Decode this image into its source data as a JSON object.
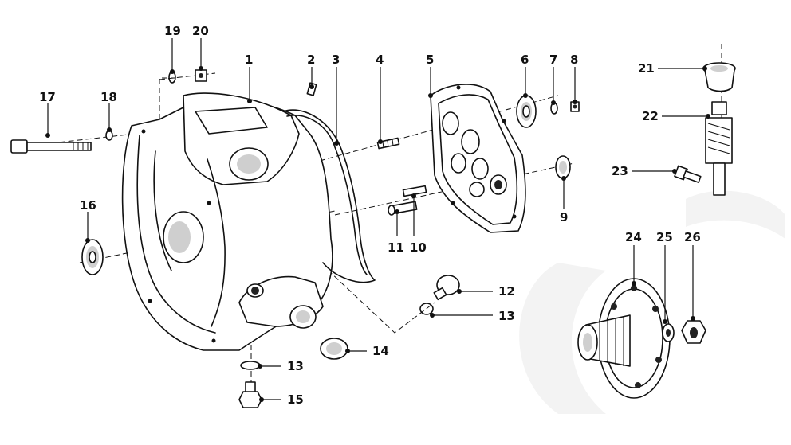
{
  "diagram": {
    "callouts": [
      {
        "id": "c1",
        "text": "1"
      },
      {
        "id": "c2",
        "text": "2"
      },
      {
        "id": "c3",
        "text": "3"
      },
      {
        "id": "c4",
        "text": "4"
      },
      {
        "id": "c5",
        "text": "5"
      },
      {
        "id": "c6",
        "text": "6"
      },
      {
        "id": "c7",
        "text": "7"
      },
      {
        "id": "c8",
        "text": "8"
      },
      {
        "id": "c9",
        "text": "9"
      },
      {
        "id": "c10",
        "text": "10"
      },
      {
        "id": "c11",
        "text": "11"
      },
      {
        "id": "c12",
        "text": "12"
      },
      {
        "id": "c13a",
        "text": "13"
      },
      {
        "id": "c13b",
        "text": "13"
      },
      {
        "id": "c14",
        "text": "14"
      },
      {
        "id": "c15",
        "text": "15"
      },
      {
        "id": "c16",
        "text": "16"
      },
      {
        "id": "c17",
        "text": "17"
      },
      {
        "id": "c18",
        "text": "18"
      },
      {
        "id": "c19",
        "text": "19"
      },
      {
        "id": "c20",
        "text": "20"
      },
      {
        "id": "c21",
        "text": "21"
      },
      {
        "id": "c22",
        "text": "22"
      },
      {
        "id": "c23",
        "text": "23"
      },
      {
        "id": "c24",
        "text": "24"
      },
      {
        "id": "c25",
        "text": "25"
      },
      {
        "id": "c26",
        "text": "26"
      }
    ]
  }
}
